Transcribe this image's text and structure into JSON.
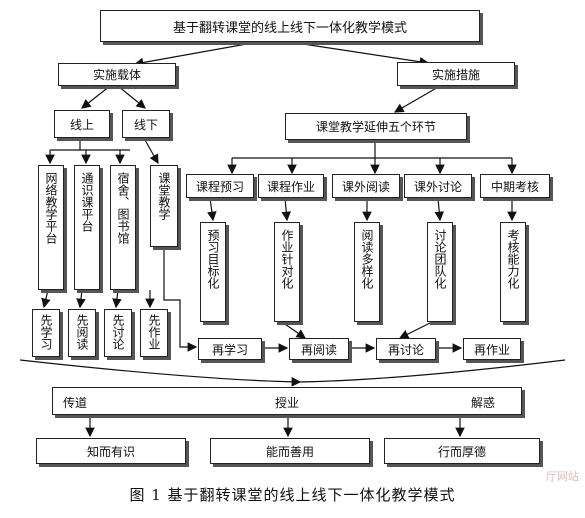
{
  "title": "基于翻转课堂的线上线下一体化教学模式",
  "carrier": {
    "label": "实施载体",
    "online": "线上",
    "offline": "线下",
    "platforms": [
      "网络教学平台",
      "通识课平台",
      "宿舍、图书馆",
      "课堂教学"
    ],
    "pre_steps": [
      "先学习",
      "先阅读",
      "先讨论",
      "先作业"
    ]
  },
  "measures": {
    "label": "实施措施",
    "five_links": "课堂教学延伸五个环节",
    "links": [
      "课程预习",
      "课程作业",
      "课外阅读",
      "课外讨论",
      "中期考核"
    ],
    "details": [
      "预习目标化",
      "作业针对化",
      "阅读多样化",
      "讨论团队化",
      "考核能力化"
    ]
  },
  "re_steps": [
    "再学习",
    "再阅读",
    "再讨论",
    "再作业"
  ],
  "band": {
    "left": "传道",
    "middle": "授业",
    "right": "解惑"
  },
  "outcomes": [
    "知而有识",
    "能而善用",
    "行而厚德"
  ],
  "caption": "图 1  基于翻转课堂的线上线下一体化教学模式",
  "watermark": "厅网站"
}
